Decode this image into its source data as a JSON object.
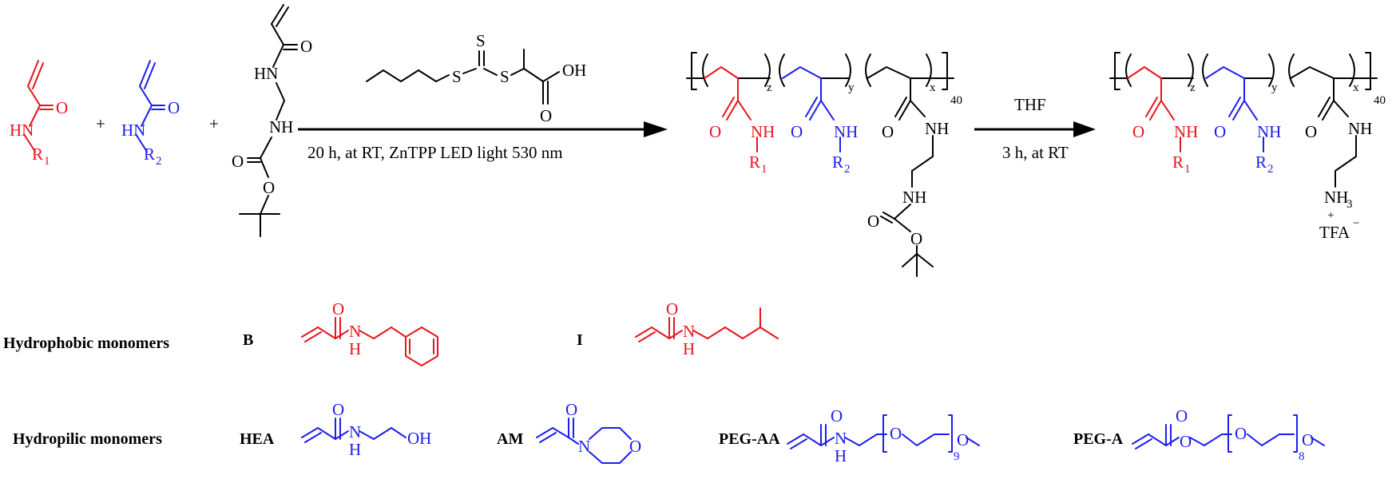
{
  "colors": {
    "black": "#000000",
    "hydrophobic": "#e8141b",
    "hydrophilic": "#1d1df0"
  },
  "monomer1": {
    "amide_o": "O",
    "nh": "HN",
    "r": "R",
    "r_sub": "1"
  },
  "monomer2": {
    "amide_o": "O",
    "nh": "HN",
    "r": "R",
    "r_sub": "2"
  },
  "plus": "+",
  "crosslinker": {
    "o_top": "O",
    "hn": "HN",
    "nh": "NH",
    "o_carb": "O",
    "o_ester": "O"
  },
  "cta": {
    "s1": "S",
    "s2": "S",
    "s3": "S",
    "oh": "OH",
    "o": "O"
  },
  "arrow1": {
    "conditions": "20 h, at RT,  ZnTPP LED light 530 nm"
  },
  "arrow2": {
    "solvent": "THF",
    "conditions": "3 h, at RT"
  },
  "polymer1": {
    "sub_z": "z",
    "sub_y": "y",
    "sub_x": "x",
    "sub_n": "40",
    "o1": "O",
    "nh1": "NH",
    "r1": "R",
    "r1_sub": "1",
    "o2": "O",
    "nh2": "NH",
    "r2": "R",
    "r2_sub": "2",
    "o3": "O",
    "nh3": "NH",
    "nh4": "NH",
    "o4": "O",
    "o5": "O"
  },
  "polymer2": {
    "sub_z": "z",
    "sub_y": "y",
    "sub_x": "x",
    "sub_n": "40",
    "o1": "O",
    "nh1": "NH",
    "r1": "R",
    "r1_sub": "1",
    "o2": "O",
    "nh2": "NH",
    "r2": "R",
    "r2_sub": "2",
    "o3": "O",
    "nh3": "NH",
    "nh_amm": "NH",
    "nh_amm_sub": "3",
    "plus": "+",
    "tfa": "TFA",
    "minus": "−"
  },
  "hydrophobic": {
    "heading": "Hydrophobic monomers",
    "b": {
      "label": "B",
      "o": "O",
      "n": "N",
      "h": "H"
    },
    "i": {
      "label": "I",
      "o": "O",
      "n": "N",
      "h": "H"
    }
  },
  "hydrophilic": {
    "heading": "Hydropilic monomers",
    "hea": {
      "label": "HEA",
      "o": "O",
      "n": "N",
      "h": "H",
      "oh": "OH"
    },
    "am": {
      "label": "AM",
      "o": "O",
      "n": "N",
      "o_ring": "O"
    },
    "peg_aa": {
      "label": "PEG-AA",
      "o": "O",
      "n": "N",
      "h": "H",
      "o_rep": "O",
      "repeat": "9",
      "o_end": "O"
    },
    "peg_a": {
      "label": "PEG-A",
      "o": "O",
      "o_ester": "O",
      "o_rep": "O",
      "repeat": "8",
      "o_end": "O"
    }
  }
}
